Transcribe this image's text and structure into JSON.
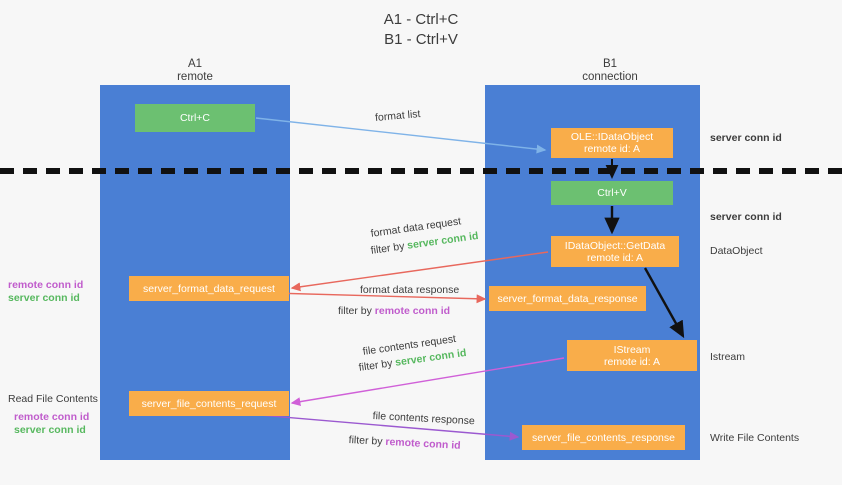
{
  "title": {
    "line1": "A1 - Ctrl+C",
    "line2": "B1 - Ctrl+V"
  },
  "lanes": [
    {
      "name": "A1",
      "sub": "remote",
      "color": "#4a7fd4"
    },
    {
      "name": "B1",
      "sub": "connection",
      "color": "#4a7fd4"
    }
  ],
  "boxes": {
    "ctrl_c": {
      "label": "Ctrl+C",
      "color": "#6cc071"
    },
    "data_object": {
      "label": "OLE::IDataObject",
      "sub": "remote id: A",
      "color": "#f9ad4a"
    },
    "ctrl_v": {
      "label": "Ctrl+V",
      "color": "#6cc071"
    },
    "get_data": {
      "label": "IDataObject::GetData",
      "sub": "remote id: A",
      "color": "#f9ad4a"
    },
    "istream": {
      "label": "IStream",
      "sub": "remote id: A",
      "color": "#f9ad4a"
    },
    "format_data_request": {
      "label": "server_format_data_request",
      "color": "#f9ad4a"
    },
    "format_data_response": {
      "label": "server_format_data_response",
      "color": "#f9ad4a"
    },
    "file_contents_request": {
      "label": "server_file_contents_request",
      "color": "#f9ad4a"
    },
    "file_contents_response": {
      "label": "server_file_contents_response",
      "color": "#f9ad4a"
    }
  },
  "edge_labels": {
    "format_list": "format list",
    "format_data_request": "format data request",
    "format_data_request_filter_prefix": "filter by",
    "format_data_request_filter_key": "server conn id",
    "format_data_response": "format data response",
    "format_data_response_filter_prefix": "filter by",
    "format_data_response_filter_key": "remote conn id",
    "file_contents_request": "file contents request",
    "file_contents_request_filter_prefix": "filter by",
    "file_contents_request_filter_key": "server conn id",
    "file_contents_response": "file contents response",
    "file_contents_response_filter_prefix": "filter by",
    "file_contents_response_filter_key": "remote conn id"
  },
  "right_margin": {
    "server_conn_id_1": "server conn id",
    "server_conn_id_2": "server conn id",
    "data_object": "DataObject",
    "istream": "Istream",
    "write_file_contents": "Write File Contents"
  },
  "left_margin": {
    "remote_conn_id_1": "remote conn id",
    "server_conn_id_1": "server conn id",
    "read_file_contents": "Read File Contents",
    "remote_conn_id_2": "remote conn id",
    "server_conn_id_2": "server conn id"
  },
  "colors": {
    "lane": "#4a7fd4",
    "orange": "#f9ad4a",
    "green_box": "#6cc071",
    "green_text": "#57b85f",
    "magenta_text": "#c05ccc",
    "arrow_blue": "#7fb3e8",
    "arrow_red": "#e8685d",
    "arrow_magenta": "#d060d8",
    "arrow_purple": "#9b59d0",
    "arrow_black": "#111111",
    "background": "#f7f7f7"
  }
}
